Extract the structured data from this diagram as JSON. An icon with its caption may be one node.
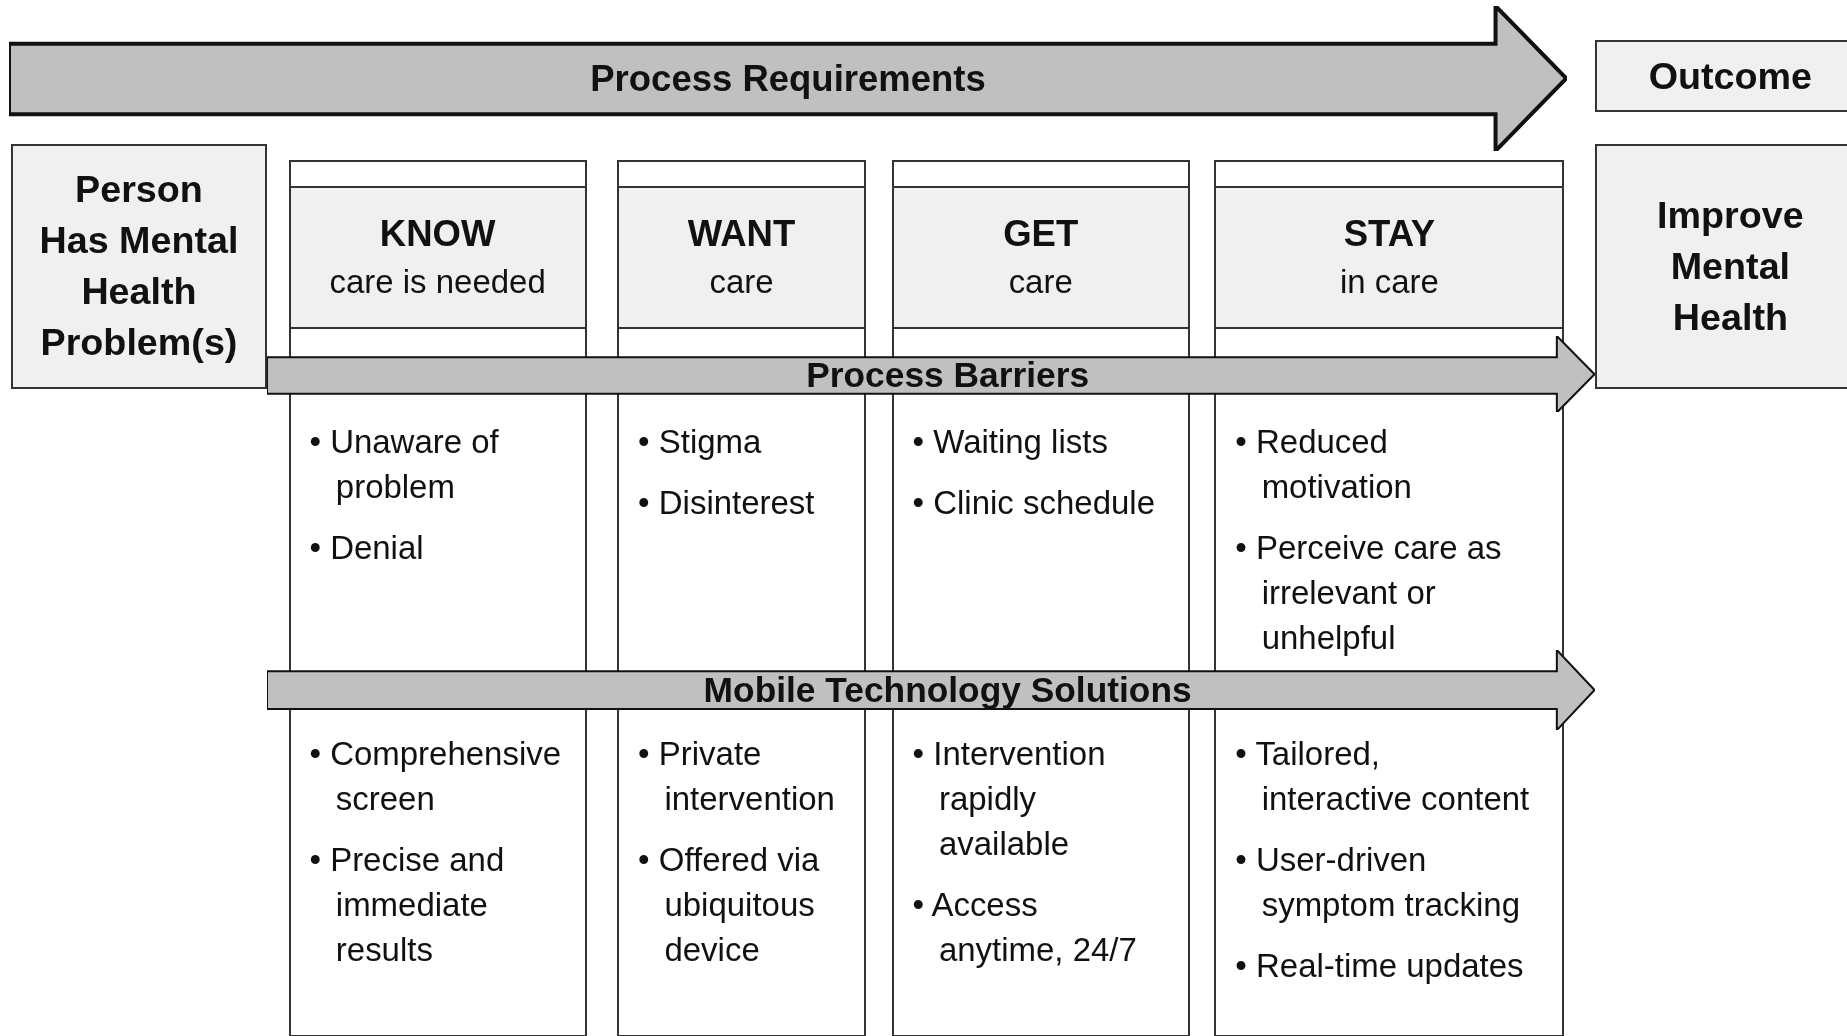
{
  "diagram": {
    "nodes": [
      {
        "text": [
          "Process Requirements"
        ]
      },
      {
        "text": [
          "Outcome"
        ]
      },
      {
        "text": [
          "Person Has Mental Health Problem(s)"
        ]
      },
      {
        "text": [],
        "shape": "box"
      },
      {
        "text": [
          "KNOW",
          "care is needed"
        ],
        "in": 3
      },
      {
        "text": [],
        "shape": "box"
      },
      {
        "text": [
          "WANT",
          "care"
        ],
        "in": 5
      },
      {
        "text": [],
        "shape": "box"
      },
      {
        "text": [
          "GET",
          "care"
        ],
        "in": 7
      },
      {
        "text": [],
        "shape": "box"
      },
      {
        "text": [
          "STAY",
          "in care"
        ],
        "in": 9
      },
      {
        "text": [
          "Improve Mental Health"
        ]
      },
      {
        "text": [
          "Process Barriers"
        ]
      },
      {
        "text": [
          "• Unaware of problem",
          "• Denial"
        ],
        "in": 3
      },
      {
        "text": [
          "• Stigma",
          "• Disinterest"
        ],
        "in": 5
      },
      {
        "text": [
          "• Waiting lists",
          "• Clinic schedule"
        ],
        "in": 7
      },
      {
        "text": [
          "• Reduced motivation",
          "• Perceive care as irrelevant or unhelpful"
        ],
        "in": 9
      },
      {
        "text": [
          "Mobile Technology Solutions"
        ]
      },
      {
        "text": [
          "• Comprehensive screen",
          "• Precise and immediate results"
        ],
        "in": 3
      },
      {
        "text": [
          "• Private intervention",
          "• Offered via ubiquitous device"
        ],
        "in": 5
      },
      {
        "text": [
          "• Intervention rapidly available",
          "• Access anytime, 24/7"
        ],
        "in": 7
      },
      {
        "text": [
          "• Tailored, interactive content",
          "• User-driven symptom tracking",
          "• Real-time updates"
        ],
        "in": 9
      }
    ]
  }
}
